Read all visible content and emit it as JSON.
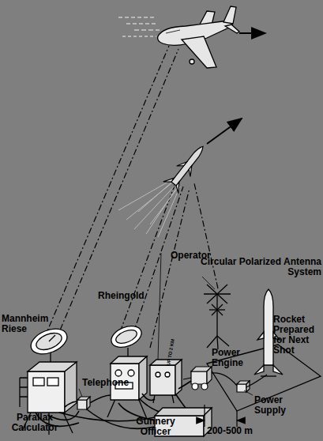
{
  "diagram": {
    "labels": [
      "Mannheim Riese",
      "Rheingold",
      "Operator",
      "Circular Polarized Antenna System",
      "Rocket Prepared for Next Shot",
      "Power Engine",
      "UP TO 2 KM",
      "Power Supply",
      "Telephone",
      "Parallax Calculator",
      "Gunnery Officer",
      "200-500 m"
    ]
  }
}
